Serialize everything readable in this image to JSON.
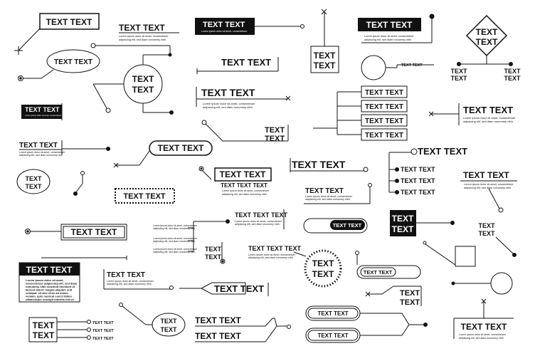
{
  "big": "TEXT TEXT",
  "word": "TEXT",
  "triple": "TEXT TEXT TEXT",
  "body_line_1": "Lorem ipsum dolor sit amet, consectetuer",
  "body_line_2": "adipiscing elit, sed diam nonummy nibh",
  "body_line_3": "euismod tincidunt ut",
  "card_lines": [
    "Lorem ipsum dolor sit amet,",
    "consectetuer adipiscing elit, sed diam",
    "nonummy nibh euismod tincidunt ut",
    "laoreet dolore magna aliquam erat",
    "volutpat. Ut wisi enim ad minim",
    "veniam, quis nostrud exerci tation",
    "ullamcorper suscipit lobortis nisl ut"
  ],
  "colors": {
    "ink": "#111111",
    "paper": "#ffffff"
  }
}
